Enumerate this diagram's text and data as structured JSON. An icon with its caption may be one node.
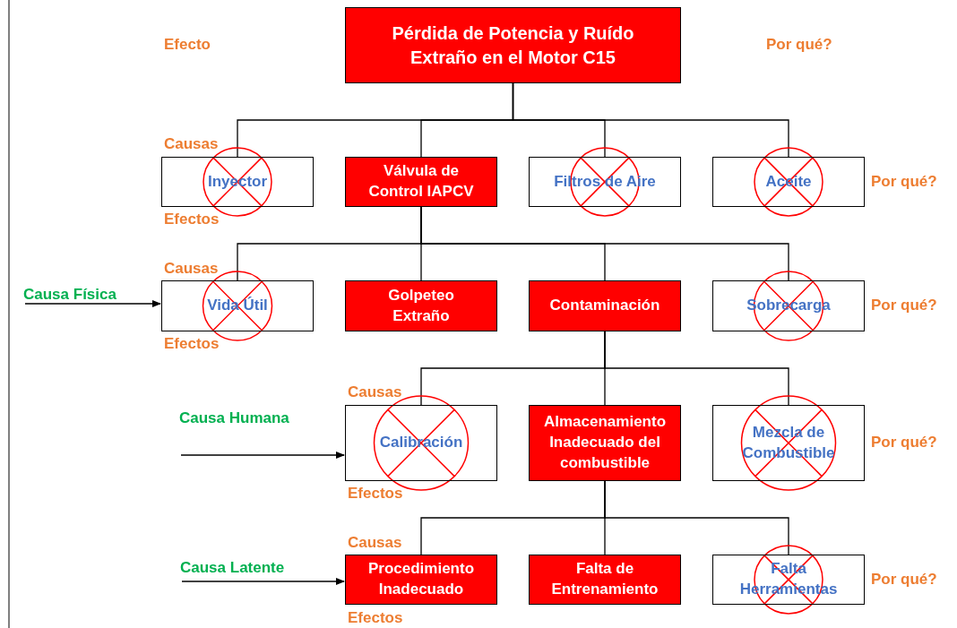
{
  "diagram": {
    "nodes": [
      {
        "text": [
          "Pérdida de Potencia y Ruído Extraño en el Motor C15"
        ]
      },
      {
        "text": [
          "Inyector"
        ]
      },
      {
        "text": [
          "Válvula de Control IAPCV"
        ]
      },
      {
        "text": [
          "Filtros de Aire"
        ]
      },
      {
        "text": [
          "Aceite"
        ]
      },
      {
        "text": [
          "Vida Útil"
        ]
      },
      {
        "text": [
          "Golpeteo Extraño"
        ]
      },
      {
        "text": [
          "Contaminación"
        ]
      },
      {
        "text": [
          "Sobrecarga"
        ]
      },
      {
        "text": [
          "Calibración"
        ]
      },
      {
        "text": [
          "Almacenamiento Inadecuado del combustible"
        ]
      },
      {
        "text": [
          "Mezcla de Combustible"
        ]
      },
      {
        "text": [
          "Procedimiento Inadecuado"
        ]
      },
      {
        "text": [
          "Falta de Entrenamiento"
        ]
      },
      {
        "text": [
          "Falta Herramientas"
        ]
      },
      {
        "text": [
          "Causa Física"
        ]
      },
      {
        "text": [
          "Causa Humana"
        ]
      },
      {
        "text": [
          "Causa Latente"
        ]
      }
    ],
    "edges": [
      {
        "from": 0,
        "to": 1,
        "arrow": "none"
      },
      {
        "from": 0,
        "to": 2,
        "arrow": "none"
      },
      {
        "from": 0,
        "to": 3,
        "arrow": "none"
      },
      {
        "from": 0,
        "to": 4,
        "arrow": "none"
      },
      {
        "from": 2,
        "to": 5,
        "arrow": "none"
      },
      {
        "from": 2,
        "to": 6,
        "arrow": "none"
      },
      {
        "from": 2,
        "to": 7,
        "arrow": "none"
      },
      {
        "from": 2,
        "to": 8,
        "arrow": "none"
      },
      {
        "from": 7,
        "to": 9,
        "arrow": "none"
      },
      {
        "from": 7,
        "to": 10,
        "arrow": "none"
      },
      {
        "from": 7,
        "to": 11,
        "arrow": "none"
      },
      {
        "from": 10,
        "to": 12,
        "arrow": "none"
      },
      {
        "from": 10,
        "to": 13,
        "arrow": "none"
      },
      {
        "from": 10,
        "to": 14,
        "arrow": "none"
      },
      {
        "from": 15,
        "to": 5,
        "arrow": "to"
      },
      {
        "from": 16,
        "to": 9,
        "arrow": "to"
      },
      {
        "from": 17,
        "to": 12,
        "arrow": "to"
      }
    ],
    "labels": [
      "Efecto",
      "Por qué?",
      "Causas",
      "Por qué?",
      "Efectos",
      "Causas",
      "Por qué?",
      "Efectos",
      "Causas",
      "Por qué?",
      "Efectos",
      "Causas",
      "Por qué?",
      "Efectos"
    ]
  }
}
